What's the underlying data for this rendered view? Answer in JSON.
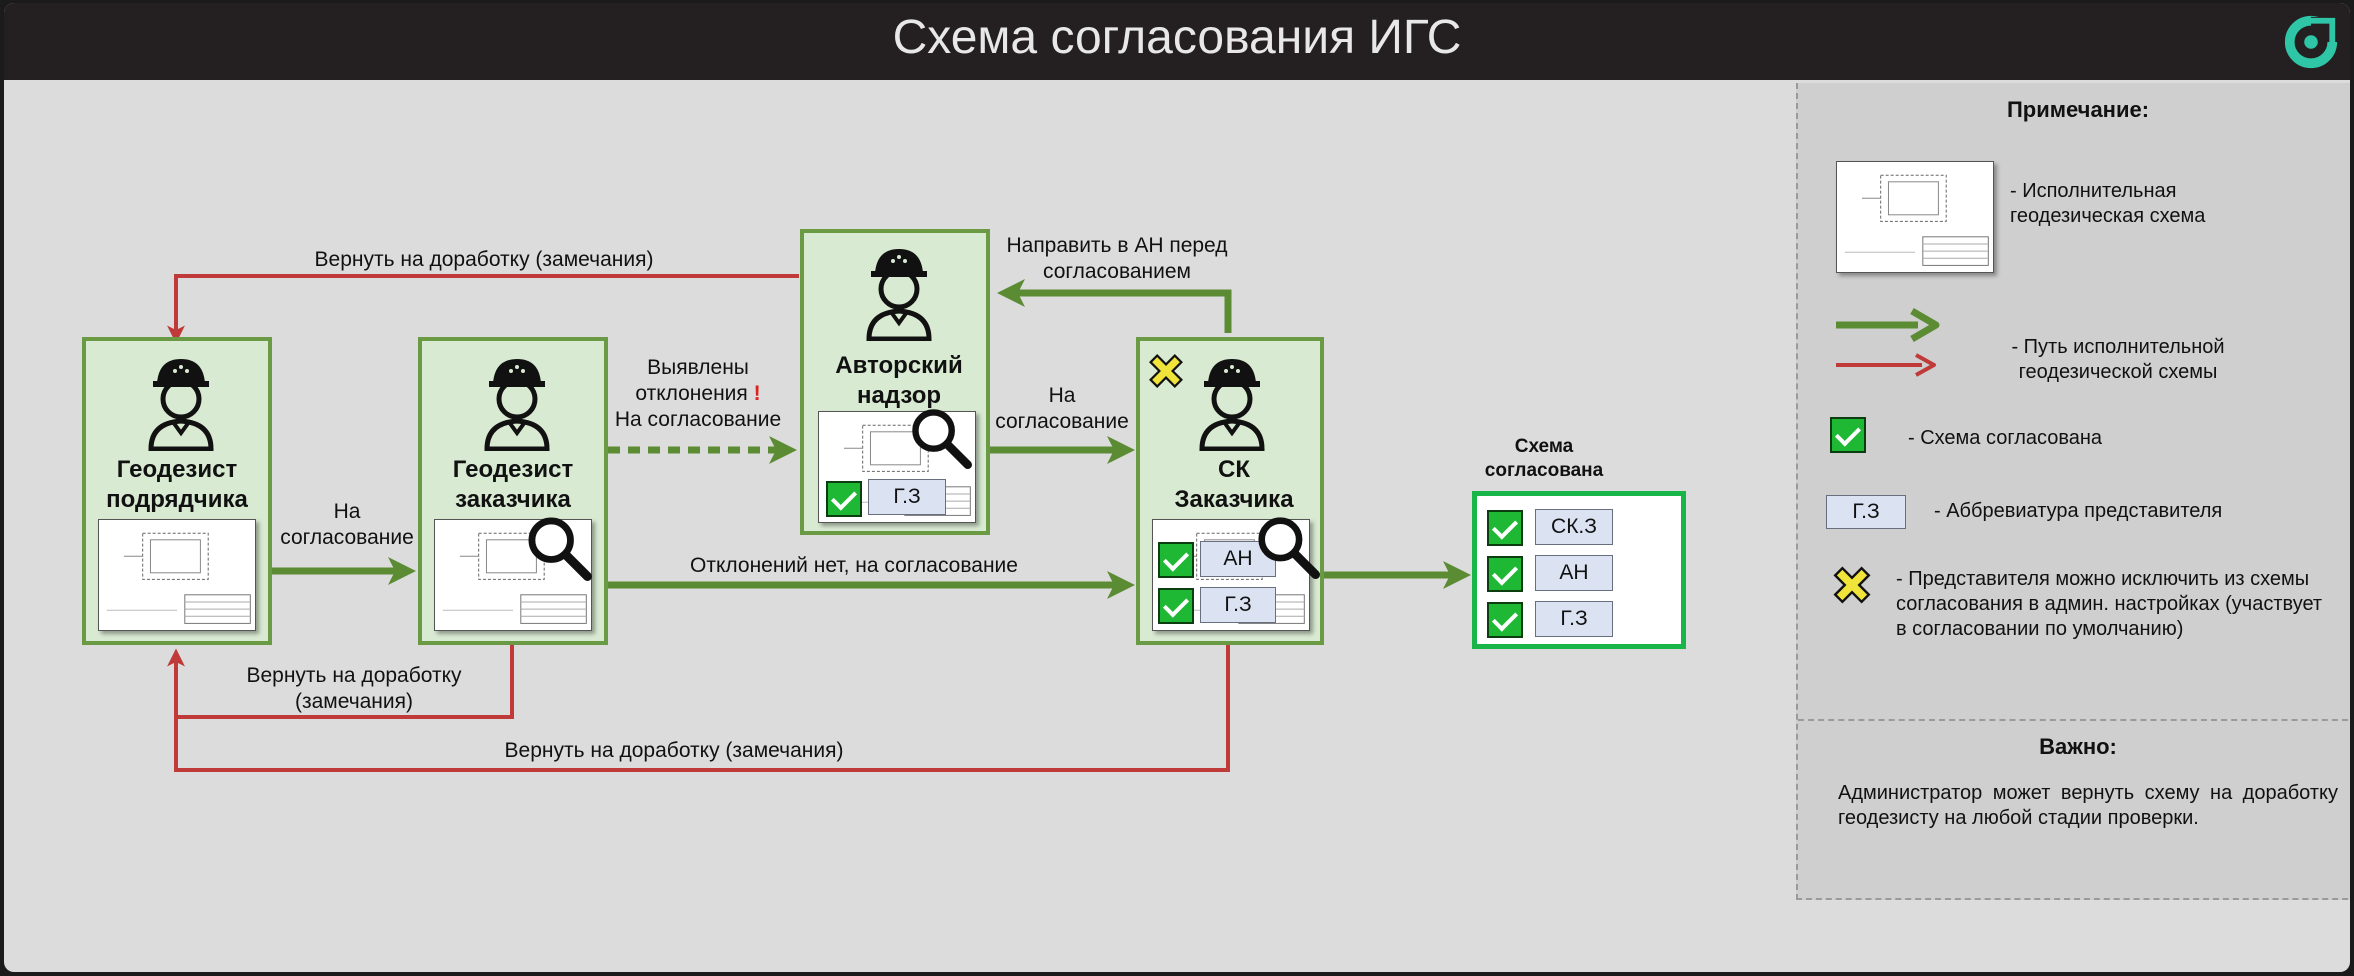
{
  "header": {
    "title": "Схема согласования ИГС"
  },
  "colors": {
    "green_path": "#5b8c33",
    "red_path": "#c03a3a",
    "check": "#1eb834",
    "approved_border": "#19b548"
  },
  "actors": {
    "contractor_geodesist": {
      "name": "Геодезист подрядчика"
    },
    "customer_geodesist": {
      "name": "Геодезист заказчика"
    },
    "author_supervision": {
      "name": "Авторский надзор",
      "chip": "Г.З"
    },
    "customer_sk": {
      "name": "СК Заказчика",
      "chips": [
        "АН",
        "Г.З"
      ]
    }
  },
  "result": {
    "title": "Схема согласована",
    "chips": [
      "СК.З",
      "АН",
      "Г.З"
    ]
  },
  "flow_labels": {
    "return_top": "Вернуть на доработку (замечания)",
    "to_approval_1": "На согласование",
    "deviations": "Выявлены отклонения",
    "deviations_2": "На согласование",
    "to_approval_2": "На согласование",
    "send_to_an": "Направить в АН перед согласованием",
    "no_deviations": "Отклонений нет, на согласование",
    "return_mid": "Вернуть на доработку (замечания)",
    "return_bottom": "Вернуть на доработку (замечания)"
  },
  "notes": {
    "title": "Примечание:",
    "legend": [
      {
        "icon": "document-thumbnail-icon",
        "text": "- Исполнительная геодезическая схема"
      },
      {
        "icon": "path-arrows-icon",
        "text": "- Путь исполнительной геодезической схемы"
      },
      {
        "icon": "green-check-icon",
        "text": "- Схема согласована"
      },
      {
        "icon": "abbreviation-chip",
        "chip": "Г.З",
        "text": "- Аббревиатура представителя"
      },
      {
        "icon": "yellow-x-icon",
        "text": "- Представителя можно исключить из схемы согласования в админ. настройках (участвует в согласовании по умолчанию)"
      }
    ],
    "important_title": "Важно:",
    "important_text": "Администратор может вернуть схему на доработку геодезисту на любой стадии проверки."
  }
}
